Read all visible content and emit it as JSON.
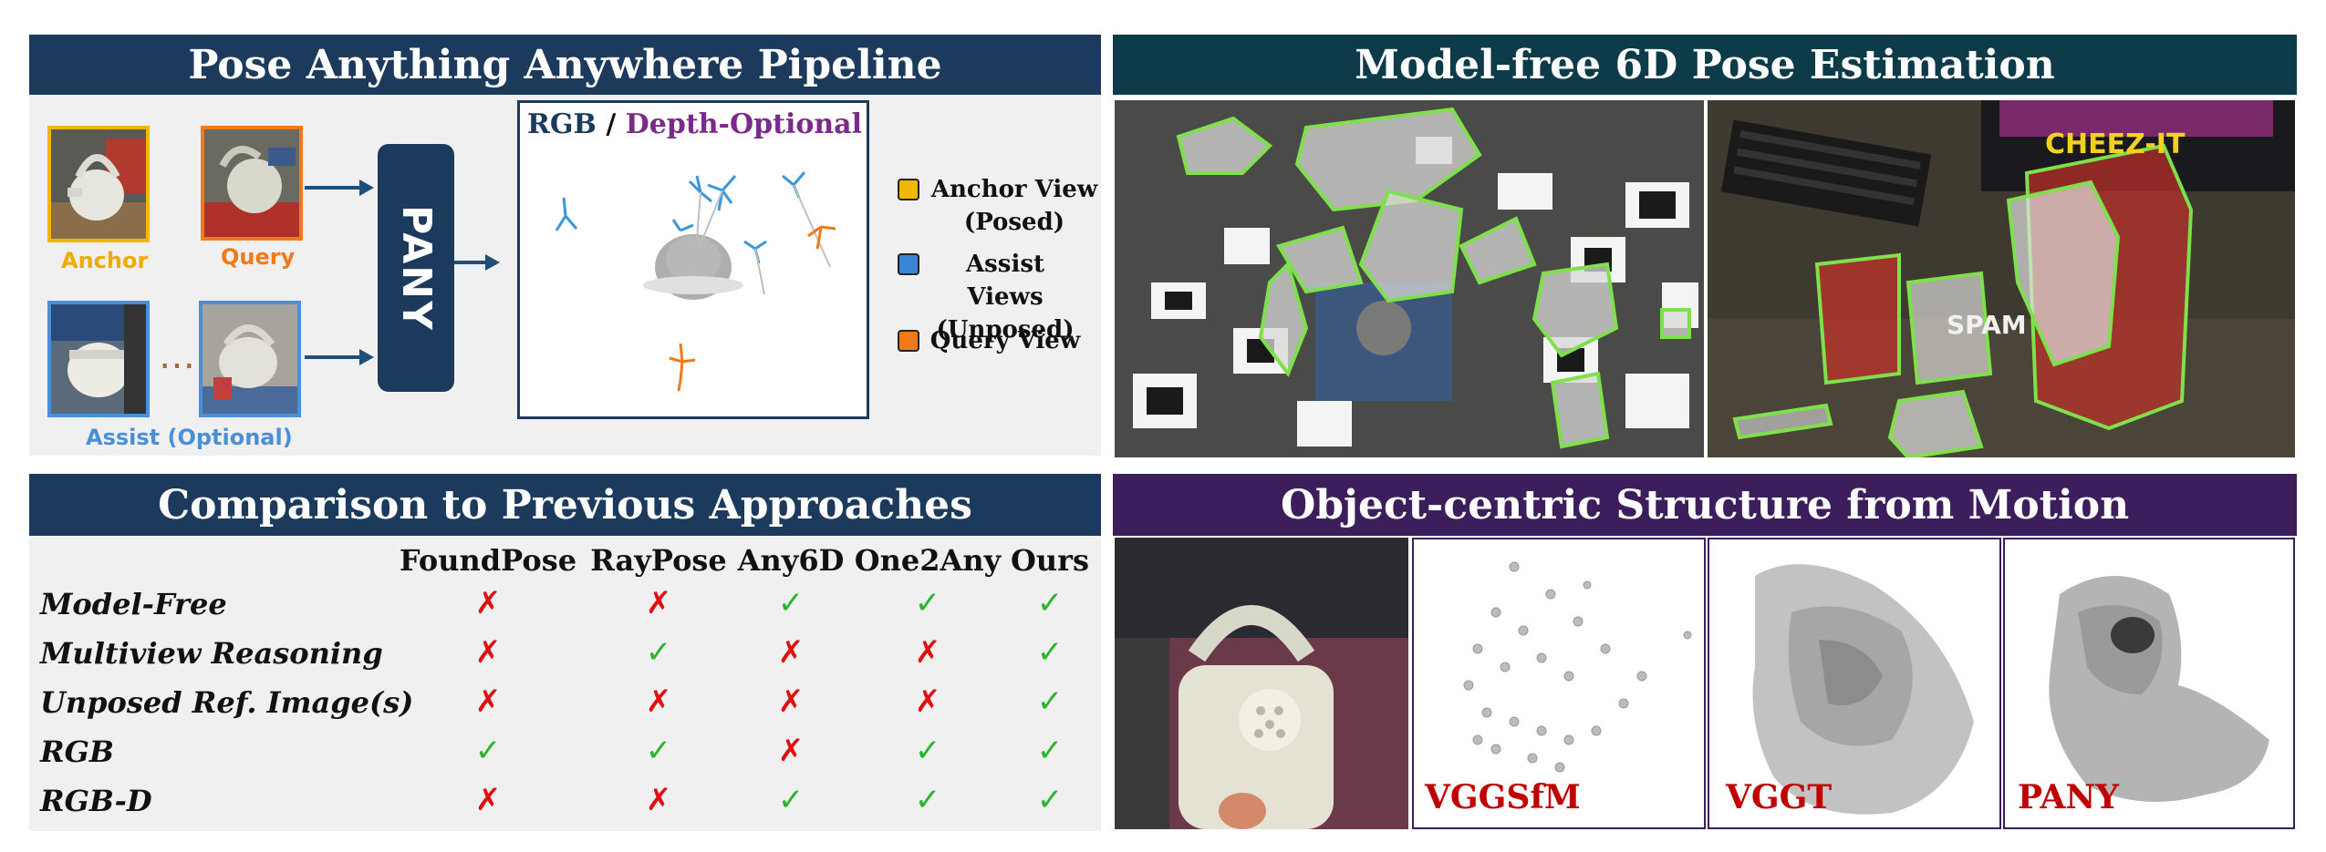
{
  "pipeline": {
    "title": "Pose Anything Anywhere Pipeline",
    "anchor_label": "Anchor",
    "query_label": "Query",
    "assist_label": "Assist (Optional)",
    "ellipsis": "…",
    "model_name": "PANY",
    "render_rgb": "RGB",
    "render_sep": " / ",
    "render_depth": "Depth-Optional",
    "legend": [
      {
        "text1": "Anchor View",
        "text2": "(Posed)",
        "color": "#f2b705"
      },
      {
        "text1": "Assist Views",
        "text2": "(Unposed)",
        "color": "#3a86d4"
      },
      {
        "text1": "Query View",
        "text2": "",
        "color": "#f07a1a"
      }
    ],
    "colors": {
      "anchor": "#f2b705",
      "query": "#f07a1a",
      "assist": "#4a90d9",
      "banner": "#1b3a5c"
    }
  },
  "model_free": {
    "title": "Model-free 6D Pose Estimation",
    "colors": {
      "banner": "#0e3b4a",
      "mask": "#7ee04a"
    }
  },
  "comparison": {
    "title": "Comparison to Previous Approaches",
    "columns": [
      "FoundPose",
      "RayPose",
      "Any6D",
      "One2Any",
      "Ours"
    ],
    "rows": [
      {
        "label": "Model-Free",
        "values": [
          "✗",
          "✗",
          "✓",
          "✓",
          "✓"
        ]
      },
      {
        "label": "Multiview Reasoning",
        "values": [
          "✗",
          "✓",
          "✗",
          "✗",
          "✓"
        ]
      },
      {
        "label": "Unposed Ref. Image(s)",
        "values": [
          "✗",
          "✗",
          "✗",
          "✗",
          "✓"
        ]
      },
      {
        "label": "RGB",
        "values": [
          "✓",
          "✓",
          "✗",
          "✓",
          "✓"
        ]
      },
      {
        "label": "RGB-D",
        "values": [
          "✗",
          "✗",
          "✓",
          "✓",
          "✓"
        ]
      }
    ],
    "colors": {
      "banner": "#1b3a5c",
      "check": "#2bb52b",
      "cross": "#e01010"
    }
  },
  "sfm": {
    "title": "Object-centric Structure from Motion",
    "methods": [
      "VGGSfM",
      "VGGT",
      "PANY"
    ],
    "colors": {
      "banner": "#3d1e5c",
      "label": "#c00000"
    }
  }
}
